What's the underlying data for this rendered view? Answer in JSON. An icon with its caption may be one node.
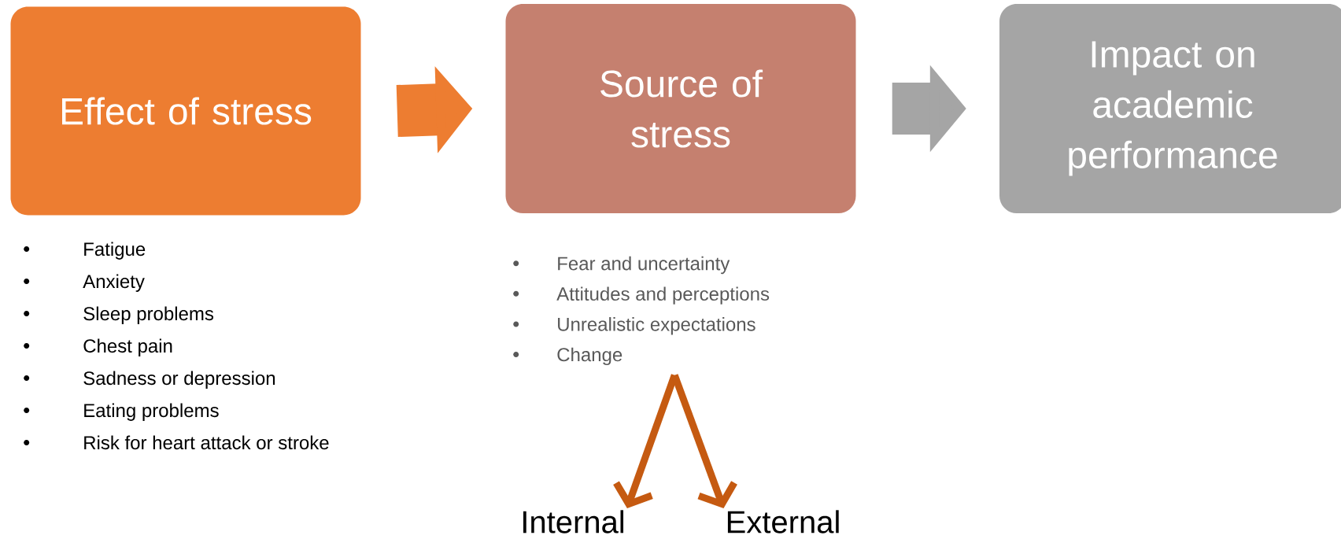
{
  "diagram": {
    "nodes": [
      {
        "text": [
          "Effect of stress"
        ],
        "beside": [
          "Fatigue",
          "Anxiety",
          "Sleep problems",
          "Chest pain",
          "Sadness or depression",
          "Eating problems",
          "Risk for heart attack or stroke"
        ]
      },
      {
        "text": [
          "Source of stress"
        ]
      },
      {
        "text": [
          "Impact on academic performance"
        ]
      },
      {
        "text": [
          "Fear and uncertainty",
          "Attitudes and perceptions",
          "Unrealistic expectations",
          "Change"
        ]
      },
      {
        "text": [
          "Internal"
        ]
      },
      {
        "text": [
          "External"
        ]
      }
    ],
    "edges": [
      {
        "from": 0,
        "to": 1,
        "arrow": "to",
        "style": "thick",
        "color": "#ed7d31"
      },
      {
        "from": 1,
        "to": 2,
        "arrow": "to",
        "style": "thick",
        "color": "#a5a5a5"
      },
      {
        "from": 3,
        "to": 4,
        "arrow": "to",
        "color": "#c55a11"
      },
      {
        "from": 3,
        "to": 5,
        "arrow": "to",
        "color": "#c55a11"
      }
    ]
  }
}
